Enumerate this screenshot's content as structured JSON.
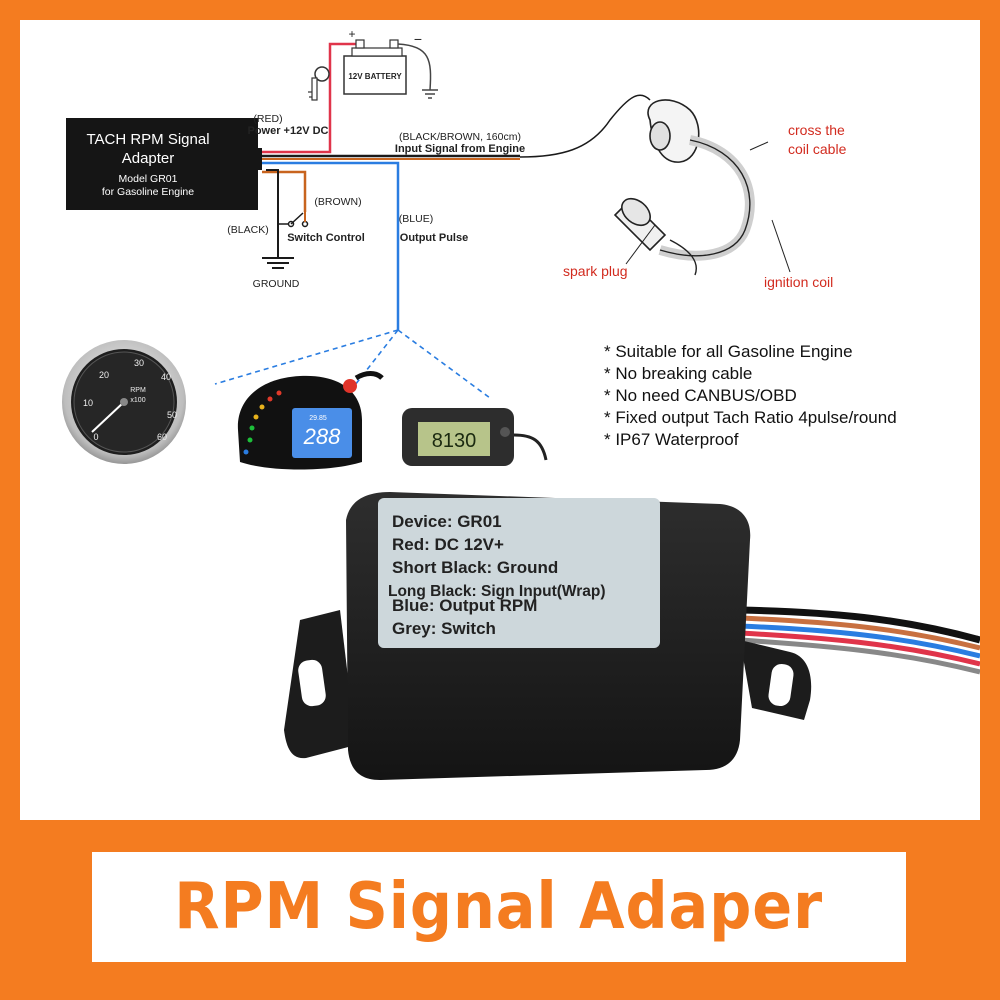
{
  "adapter": {
    "title1": "TACH RPM Signal",
    "title2": "Adapter",
    "model": "Model GR01",
    "engine": "for Gasoline Engine"
  },
  "battery": {
    "label": "12V BATTERY",
    "plus": "+",
    "minus": "−"
  },
  "wires": {
    "red_color": "(RED)",
    "red_label": "Power +12V DC",
    "input_color": "(BLACK/BROWN, 160cm)",
    "input_label": "Input Signal from Engine",
    "brown_color": "(BROWN)",
    "switch_label": "Switch Control",
    "black_color": "(BLACK)",
    "ground_label": "GROUND",
    "blue_color": "(BLUE)",
    "blue_label": "Output Pulse"
  },
  "coil": {
    "cross": "cross the",
    "cable": "coil cable",
    "spark": "spark plug",
    "ignition": "ignition coil"
  },
  "features": [
    "* Suitable for all Gasoline Engine",
    "* No breaking cable",
    "* No need CANBUS/OBD",
    "* Fixed output Tach Ratio 4pulse/round",
    "* IP67 Waterproof"
  ],
  "gauge": {
    "ticks": [
      "0",
      "10",
      "20",
      "30",
      "40",
      "50",
      "60"
    ],
    "label1": "RPM",
    "label2": "x100"
  },
  "dashboard": {
    "display": "288",
    "small": "29.85"
  },
  "meter": {
    "display": "8130"
  },
  "device_label": [
    "Device: GR01",
    "Red: DC 12V+",
    "Short Black: Ground",
    "Long Black: Sign Input(Wrap)",
    "Blue: Output RPM",
    "Grey: Switch"
  ],
  "banner": "RPM Signal Adaper",
  "colors": {
    "accent_orange": "#f47c20",
    "wire_red": "#e0344a",
    "wire_blue": "#2a7de1",
    "wire_brown": "#c8641e",
    "label_red": "#d22b1f"
  }
}
